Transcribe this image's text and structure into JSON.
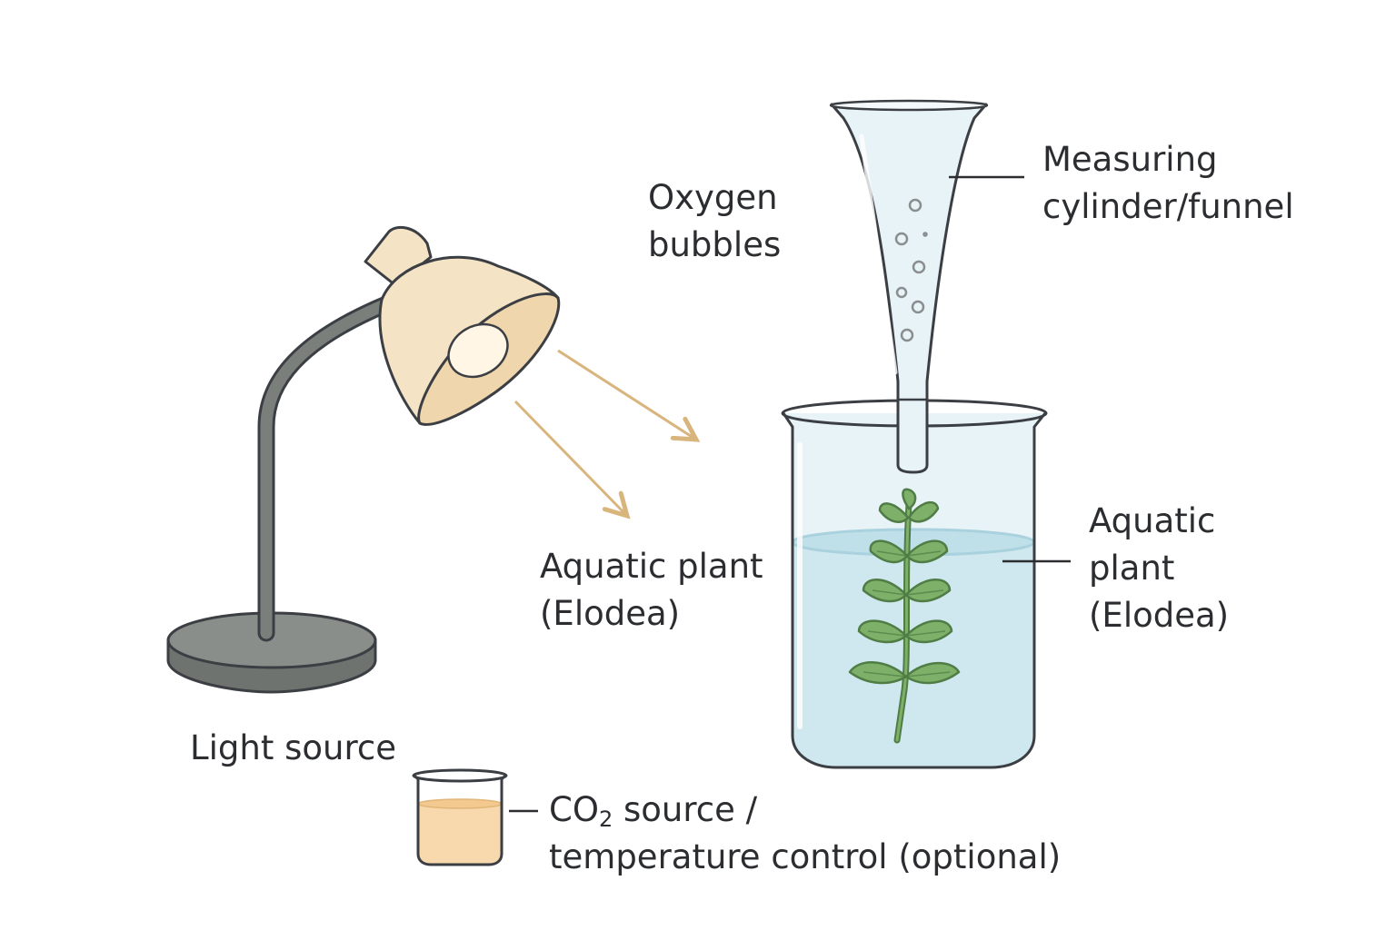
{
  "labels": {
    "oxygen_bubbles": [
      "Oxygen",
      "bubbles"
    ],
    "measuring_cylinder": [
      "Measuring",
      "cylinder/funnel"
    ],
    "aquatic_plant_left": [
      "Aquatic plant",
      "(Elodea)"
    ],
    "aquatic_plant_right": [
      "Aquatic",
      "plant",
      "(Elodea)"
    ],
    "light_source": "Light source",
    "co2_prefix": "CO",
    "co2_subscript": "2",
    "co2_suffix": " source /",
    "co2_line2": "temperature control (optional)"
  },
  "colors": {
    "outline": "#3b3f44",
    "lamp_shade": "#f5e3c6",
    "lamp_inner": "#f0d6ad",
    "lamp_bulb": "#fff6e6",
    "lamp_stand": "#7b7f7b",
    "lamp_base": "#6f736f",
    "light_ray": "#d9b57e",
    "glass": "#e8f3f7",
    "water": "#cfe7ee",
    "water_surface": "#a9d2de",
    "leaf": "#7fb06a",
    "leaf_dark": "#4f7d45",
    "co2_liquid": "#f8d9ae",
    "leader_line": "#2b2d30"
  },
  "icons": [
    "desk-lamp-icon",
    "light-ray-arrow-icon",
    "beaker-icon",
    "funnel-icon",
    "elodea-plant-icon",
    "bubble-icon",
    "small-beaker-icon"
  ]
}
